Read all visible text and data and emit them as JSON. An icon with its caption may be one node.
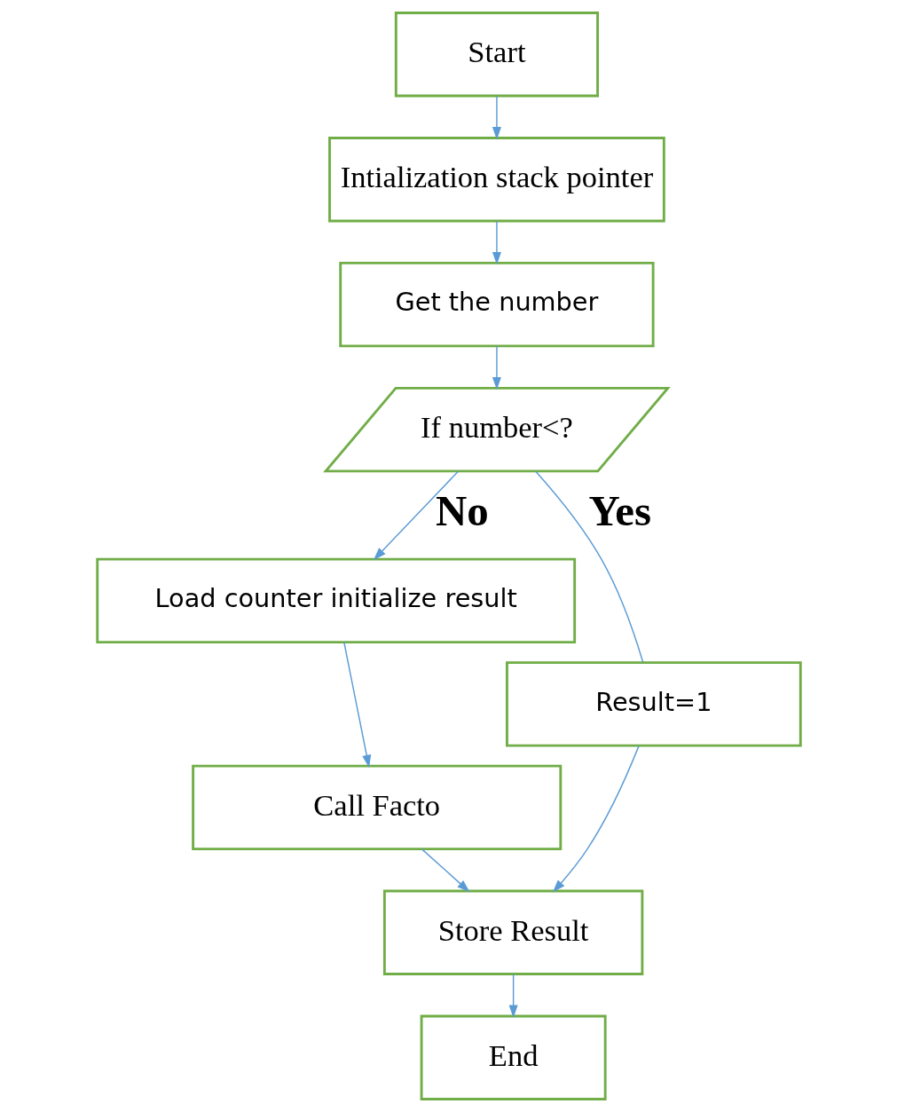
{
  "diagram": {
    "nodes": [
      {
        "text": [
          "Start"
        ]
      },
      {
        "text": [
          "Intialization stack pointer"
        ]
      },
      {
        "text": [
          "Get the number"
        ]
      },
      {
        "text": [
          "If number<?"
        ]
      },
      {
        "text": [
          "Load counter initialize result"
        ]
      },
      {
        "text": [
          "Result=1"
        ]
      },
      {
        "text": [
          "Call Facto"
        ]
      },
      {
        "text": [
          "Store Result"
        ]
      },
      {
        "text": [
          "End"
        ]
      }
    ],
    "edges": [
      {
        "from": 0,
        "to": 1,
        "arrow": "to"
      },
      {
        "from": 1,
        "to": 2,
        "arrow": "to"
      },
      {
        "from": 2,
        "to": 3,
        "arrow": "to"
      },
      {
        "from": 3,
        "to": 5,
        "arrow": "none",
        "label": "Yes"
      },
      {
        "from": 3,
        "to": 4,
        "arrow": "to",
        "label": "No"
      },
      {
        "from": 4,
        "to": 6,
        "arrow": "to"
      },
      {
        "from": 6,
        "to": 7,
        "arrow": "to"
      },
      {
        "from": 5,
        "to": 7,
        "arrow": "to"
      },
      {
        "from": 7,
        "to": 8,
        "arrow": "to"
      }
    ]
  }
}
